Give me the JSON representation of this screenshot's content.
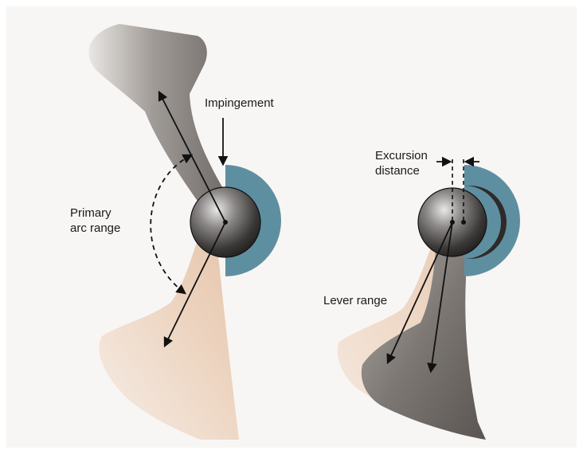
{
  "labels": {
    "impingement": "Impingement",
    "primary_arc_range": "Primary\narc range",
    "excursion_distance": "Excursion\ndistance",
    "lever_range": "Lever range"
  },
  "colors": {
    "background": "#f8f6f4",
    "cup": "#5e8fa0",
    "stem": "#8f8a86",
    "stem_faded": "#f3e2d4",
    "arrow": "#111111"
  },
  "icons": {
    "left_head": "femoral-head",
    "right_head": "femoral-head",
    "cup": "acetabular-cup"
  }
}
